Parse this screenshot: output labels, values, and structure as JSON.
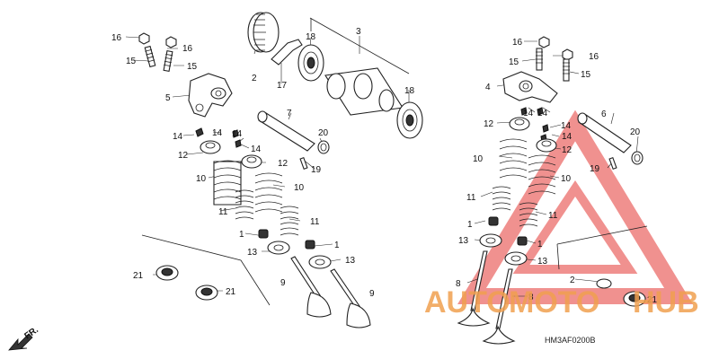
{
  "diagram": {
    "part_labels": {
      "left": {
        "p16a": "16",
        "p16b": "16",
        "p15a": "15",
        "p15b": "15",
        "p5": "5",
        "p14a": "14",
        "p14b": "14",
        "p14c": "14",
        "p14d": "14",
        "p12a": "12",
        "p12b": "12",
        "p10a": "10",
        "p10b": "10",
        "p11a": "11",
        "p11b": "11",
        "p1a": "1",
        "p1b": "1",
        "p13a": "13",
        "p13b": "13",
        "p9a": "9",
        "p9b": "9",
        "p21a": "21",
        "p21b": "21",
        "p2": "2",
        "p17": "17",
        "p18a": "18",
        "p3": "3",
        "p18b": "18",
        "p7": "7",
        "p20": "20",
        "p19": "19"
      },
      "right": {
        "p16a": "16",
        "p16b": "16",
        "p15a": "15",
        "p15b": "15",
        "p4": "4",
        "p14a": "14",
        "p14b": "14",
        "p14c": "14",
        "p14d": "14",
        "p12a": "12",
        "p12b": "12",
        "p6": "6",
        "p20": "20",
        "p19": "19",
        "p10a": "10",
        "p10b": "10",
        "p11a": "11",
        "p11b": "11",
        "p1a": "1",
        "p1b": "1",
        "p13a": "13",
        "p13b": "13",
        "p8a": "8",
        "p8b": "8",
        "p2": "2",
        "p21": "21"
      }
    },
    "front_marker": "FR.",
    "diagram_code": "HM3AF0200B",
    "watermark": {
      "part1": "AUTO",
      "part2": "MOTO",
      "part3": "HUB",
      "color": "#f0a050",
      "triangle_color": "#e53935"
    }
  }
}
